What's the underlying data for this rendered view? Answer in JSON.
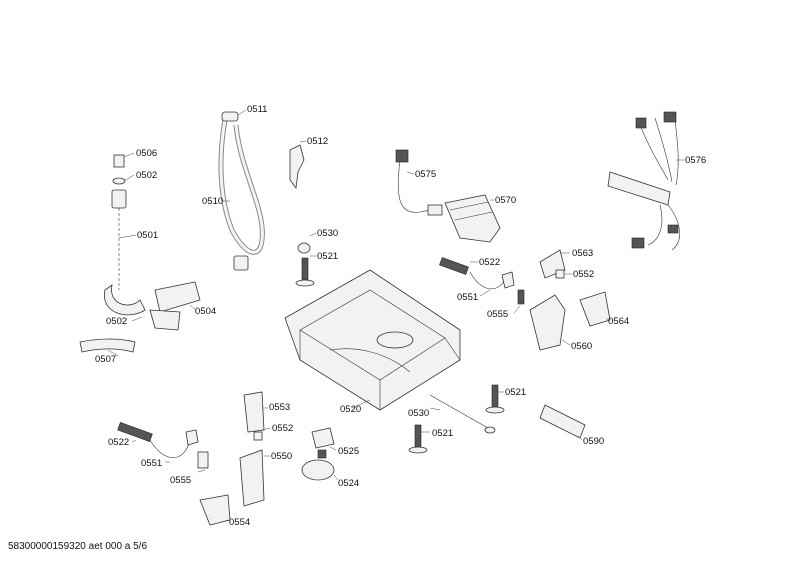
{
  "footer": {
    "doc_code": "58300000159320 aet 000 a 5/6"
  },
  "labels": {
    "p0511": "0511",
    "p0512": "0512",
    "p0506": "0506",
    "p0502a": "0502",
    "p0510": "0510",
    "p0575": "0575",
    "p0570": "0570",
    "p0576": "0576",
    "p0530a": "0530",
    "p0521a": "0521",
    "p0501": "0501",
    "p0522a": "0522",
    "p0563": "0563",
    "p0552a": "0552",
    "p0551a": "0551",
    "p0555a": "0555",
    "p0564": "0564",
    "p0502b": "0502",
    "p0504": "0504",
    "p0560": "0560",
    "p0507": "0507",
    "p0521b": "0521",
    "p0520": "0520",
    "p0553": "0553",
    "p0530b": "0530",
    "p0552b": "0552",
    "p0522b": "0522",
    "p0521c": "0521",
    "p0590": "0590",
    "p0525": "0525",
    "p0550": "0550",
    "p0551b": "0551",
    "p0555b": "0555",
    "p0524": "0524",
    "p0554": "0554"
  }
}
